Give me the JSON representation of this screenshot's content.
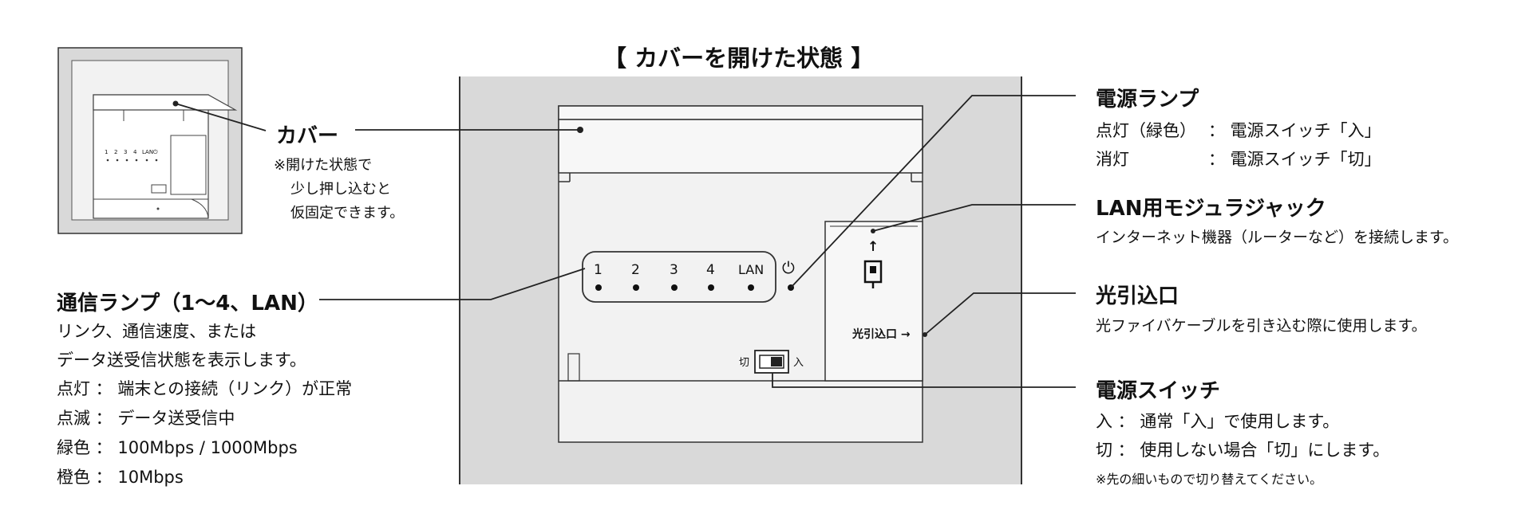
{
  "title": "【 カバーを開けた状態 】",
  "thumbnail": {
    "leds": [
      "1",
      "2",
      "3",
      "4",
      "LAN",
      "⏻"
    ]
  },
  "device": {
    "leds": [
      "1",
      "2",
      "3",
      "4",
      "LAN"
    ],
    "power_symbol": "⏻",
    "switch_off": "切",
    "switch_on": "入",
    "fiber_label": "光引込口 →",
    "up_arrow": "↑"
  },
  "cover": {
    "heading": "カバー",
    "notes": [
      "※開けた状態で",
      "少し押し込むと",
      "仮固定できます。"
    ]
  },
  "comm_lamp": {
    "heading": "通信ランプ（1～4、LAN）",
    "lines": [
      "リンク、通信速度、または",
      "データ送受信状態を表示します。",
      "点灯 ： 端末との接続（リンク）が正常",
      "点滅 ： データ送受信中",
      "緑色 ： 100Mbps / 1000Mbps",
      "橙色 ： 10Mbps"
    ]
  },
  "power_lamp": {
    "heading": "電源ランプ",
    "rows": [
      {
        "label": "点灯（緑色）",
        "value": "： 電源スイッチ「入」"
      },
      {
        "label": "消灯",
        "value": "： 電源スイッチ「切」"
      }
    ]
  },
  "lan_jack": {
    "heading": "LAN用モジュラジャック",
    "description": "インターネット機器（ルーターなど）を接続します。"
  },
  "fiber_port": {
    "heading": "光引込口",
    "description": "光ファイバケーブルを引き込む際に使用します。"
  },
  "power_switch": {
    "heading": "電源スイッチ",
    "lines": [
      "入 ： 通常「入」で使用します。",
      "切 ： 使用しない場合「切」にします。"
    ],
    "note": "※先の細いもので切り替えてください。"
  },
  "colors": {
    "panel": "#d9d9d9",
    "device_face": "#f2f2f2",
    "line": "#222222"
  }
}
